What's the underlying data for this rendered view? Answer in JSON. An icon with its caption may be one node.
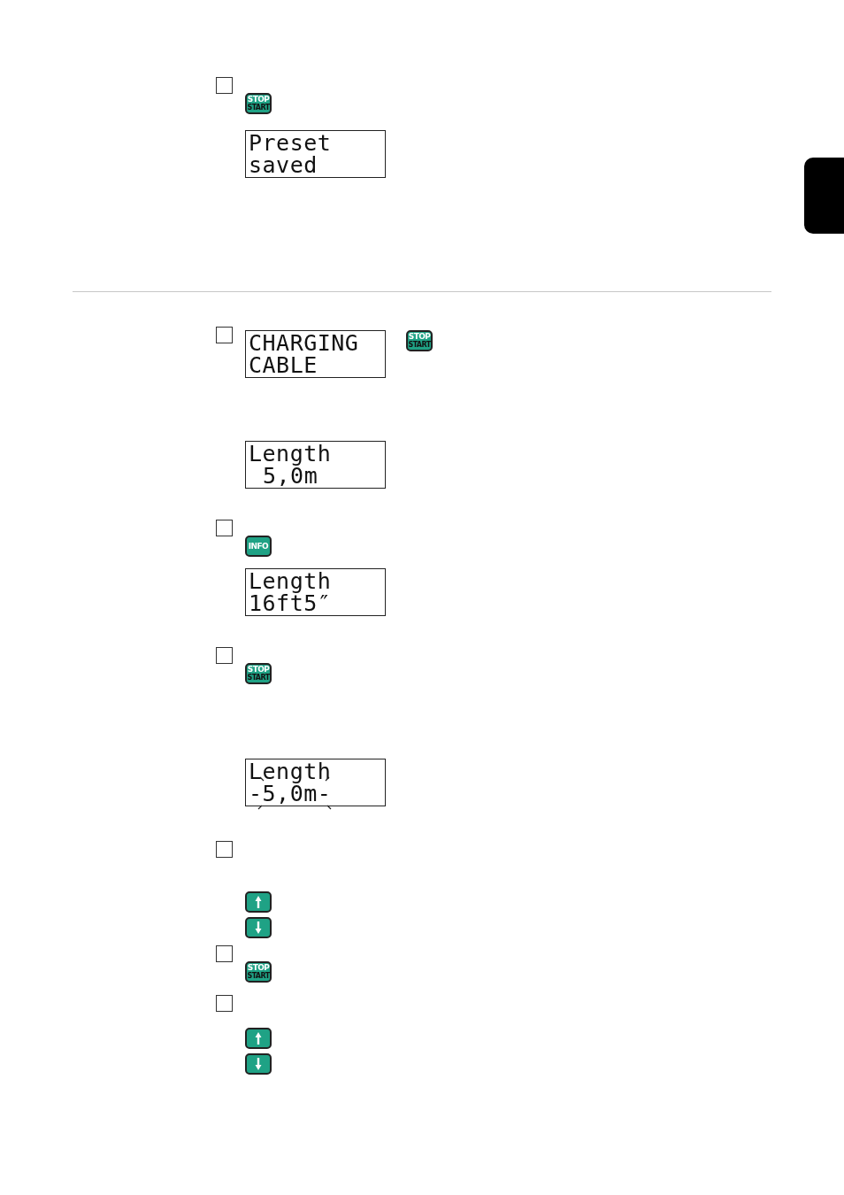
{
  "diagram": {
    "nodes": [
      {
        "text": [
          "STOP",
          "START"
        ]
      },
      {
        "text": [
          "Preset",
          "saved"
        ]
      },
      {
        "text": [
          "CHARGING",
          "CABLE"
        ]
      },
      {
        "text": [
          "STOP",
          "START"
        ]
      },
      {
        "text": [
          "Length",
          "5,0m"
        ]
      },
      {
        "text": [
          "INFO"
        ]
      },
      {
        "text": [
          "Length",
          "16ft5″"
        ]
      },
      {
        "text": [
          "STOP",
          "START"
        ]
      },
      {
        "text": [
          "Length",
          "-5,0m-"
        ]
      },
      {
        "text": [
          "STOP",
          "START"
        ]
      },
      {
        "text": [],
        "shape": "box"
      }
    ]
  }
}
